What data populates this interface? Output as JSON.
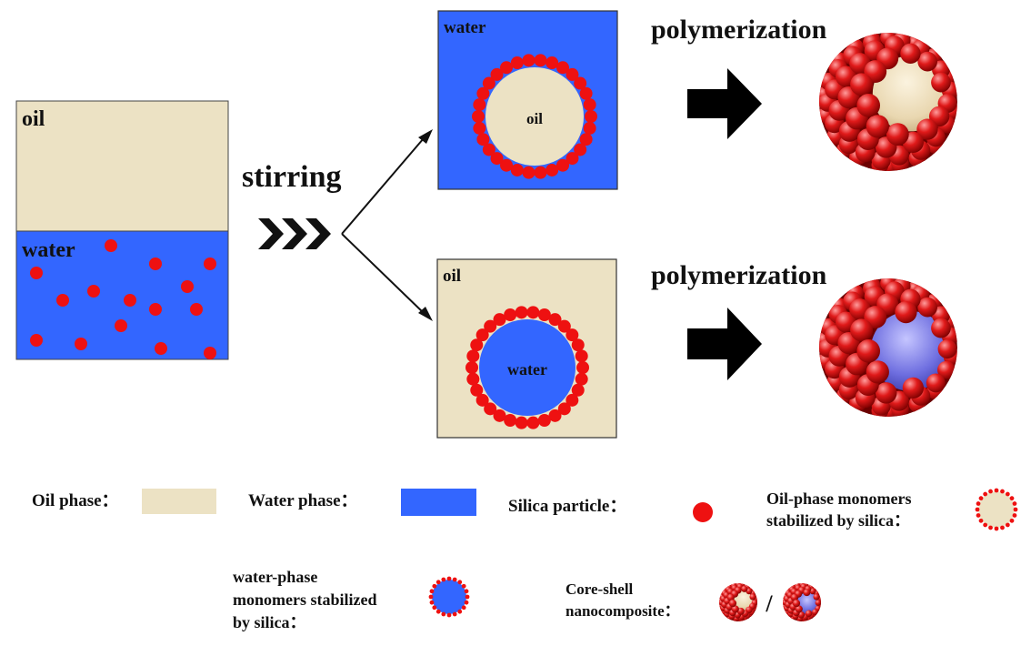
{
  "colors": {
    "oil": "#ece2c4",
    "water": "#3366ff",
    "silica": "#ee1111",
    "core_water": "#6f6fe0",
    "black": "#000000"
  },
  "initial": {
    "oil_label": "oil",
    "water_label": "water"
  },
  "process": {
    "stirring_label": "stirring"
  },
  "top_emulsion": {
    "outer_label": "water",
    "inner_label": "oil"
  },
  "bottom_emulsion": {
    "outer_label": "oil",
    "inner_label": "water"
  },
  "steps": {
    "polymerization_top": "polymerization",
    "polymerization_bottom": "polymerization"
  },
  "legend": {
    "oil_phase": "Oil phase：",
    "water_phase": "Water  phase：",
    "silica_particle": "Silica particle：",
    "oil_monomers_line1": "Oil-phase monomers",
    "oil_monomers_line2": "stabilized by silica：",
    "water_monomers_line1": "water-phase",
    "water_monomers_line2": "monomers stabilized",
    "water_monomers_line3": "by silica：",
    "core_shell_line1": "Core-shell",
    "core_shell_line2": "nanocomposite：",
    "separator": "/"
  }
}
